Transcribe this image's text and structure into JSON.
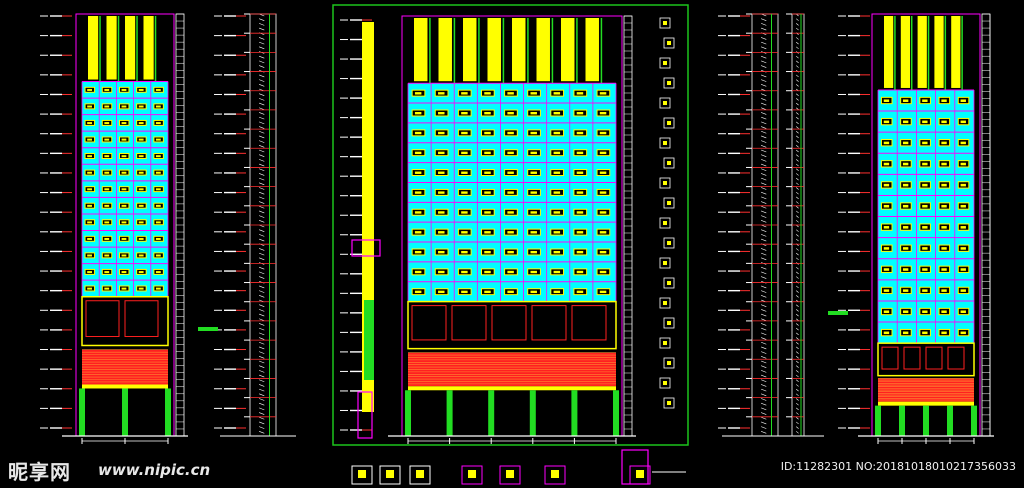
{
  "watermark": {
    "logo": "昵享网",
    "url": "www.nipic.cn",
    "id_text": "ID:11282301 NO:20181018010217356033"
  },
  "colors": {
    "background": "#000000",
    "wall_cyan": "#00ffff",
    "window_yellow": "#ffff00",
    "frame_magenta": "#ff00ff",
    "base_red": "#ff2020",
    "column_green": "#22dd22",
    "sheet_border_green": "#1cc41c",
    "dim_white": "#ffffff",
    "level_red": "#ff3030"
  },
  "drawings": [
    {
      "name": "left-elevation",
      "kind": "elevation"
    },
    {
      "name": "left-section",
      "kind": "section"
    },
    {
      "name": "center-elevation-sheet",
      "kind": "elevation"
    },
    {
      "name": "right-section",
      "kind": "section"
    },
    {
      "name": "right-elevation",
      "kind": "elevation"
    }
  ]
}
